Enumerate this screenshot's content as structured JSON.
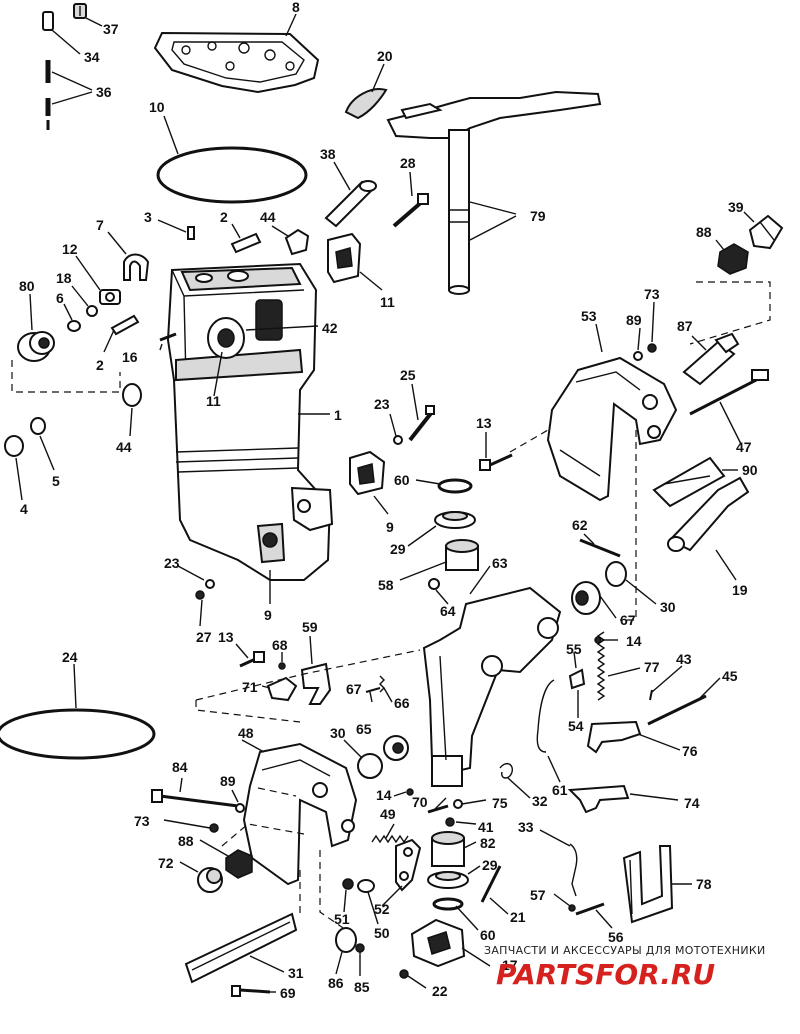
{
  "callouts": [
    {
      "id": "c37",
      "text": "37"
    },
    {
      "id": "c34",
      "text": "34"
    },
    {
      "id": "c36",
      "text": "36"
    },
    {
      "id": "c8",
      "text": "8"
    },
    {
      "id": "c20",
      "text": "20"
    },
    {
      "id": "c10",
      "text": "10"
    },
    {
      "id": "c38",
      "text": "38"
    },
    {
      "id": "c28",
      "text": "28"
    },
    {
      "id": "c79",
      "text": "79"
    },
    {
      "id": "c39",
      "text": "39"
    },
    {
      "id": "c88a",
      "text": "88"
    },
    {
      "id": "c3",
      "text": "3"
    },
    {
      "id": "c2a",
      "text": "2"
    },
    {
      "id": "c44a",
      "text": "44"
    },
    {
      "id": "c7",
      "text": "7"
    },
    {
      "id": "c12",
      "text": "12"
    },
    {
      "id": "c11a",
      "text": "11"
    },
    {
      "id": "c80",
      "text": "80"
    },
    {
      "id": "c18",
      "text": "18"
    },
    {
      "id": "c6",
      "text": "6"
    },
    {
      "id": "c73a",
      "text": "73"
    },
    {
      "id": "c53",
      "text": "53"
    },
    {
      "id": "c89a",
      "text": "89"
    },
    {
      "id": "c87",
      "text": "87"
    },
    {
      "id": "c42",
      "text": "42"
    },
    {
      "id": "c2b",
      "text": "2"
    },
    {
      "id": "c16",
      "text": "16"
    },
    {
      "id": "c11b",
      "text": "11"
    },
    {
      "id": "c25",
      "text": "25"
    },
    {
      "id": "c23a",
      "text": "23"
    },
    {
      "id": "c1",
      "text": "1"
    },
    {
      "id": "c44b",
      "text": "44"
    },
    {
      "id": "c13a",
      "text": "13"
    },
    {
      "id": "c47",
      "text": "47"
    },
    {
      "id": "c4",
      "text": "4"
    },
    {
      "id": "c5",
      "text": "5"
    },
    {
      "id": "c90",
      "text": "90"
    },
    {
      "id": "c60a",
      "text": "60"
    },
    {
      "id": "c9a",
      "text": "9"
    },
    {
      "id": "c29a",
      "text": "29"
    },
    {
      "id": "c62",
      "text": "62"
    },
    {
      "id": "c19",
      "text": "19"
    },
    {
      "id": "c58",
      "text": "58"
    },
    {
      "id": "c23b",
      "text": "23"
    },
    {
      "id": "c63",
      "text": "63"
    },
    {
      "id": "c30a",
      "text": "30"
    },
    {
      "id": "c9b",
      "text": "9"
    },
    {
      "id": "c67a",
      "text": "67"
    },
    {
      "id": "c64",
      "text": "64"
    },
    {
      "id": "c27",
      "text": "27"
    },
    {
      "id": "c14a",
      "text": "14"
    },
    {
      "id": "c24",
      "text": "24"
    },
    {
      "id": "c13b",
      "text": "13"
    },
    {
      "id": "c68",
      "text": "68"
    },
    {
      "id": "c59",
      "text": "59"
    },
    {
      "id": "c55",
      "text": "55"
    },
    {
      "id": "c43",
      "text": "43"
    },
    {
      "id": "c45",
      "text": "45"
    },
    {
      "id": "c77",
      "text": "77"
    },
    {
      "id": "c71",
      "text": "71"
    },
    {
      "id": "c67b",
      "text": "67"
    },
    {
      "id": "c66",
      "text": "66"
    },
    {
      "id": "c65",
      "text": "65"
    },
    {
      "id": "c54",
      "text": "54"
    },
    {
      "id": "c48",
      "text": "48"
    },
    {
      "id": "c30b",
      "text": "30"
    },
    {
      "id": "c76",
      "text": "76"
    },
    {
      "id": "c84",
      "text": "84"
    },
    {
      "id": "c89b",
      "text": "89"
    },
    {
      "id": "c61",
      "text": "61"
    },
    {
      "id": "c32",
      "text": "32"
    },
    {
      "id": "c14b",
      "text": "14"
    },
    {
      "id": "c70",
      "text": "70"
    },
    {
      "id": "c75",
      "text": "75"
    },
    {
      "id": "c74",
      "text": "74"
    },
    {
      "id": "c49",
      "text": "49"
    },
    {
      "id": "c41",
      "text": "41"
    },
    {
      "id": "c73b",
      "text": "73"
    },
    {
      "id": "c33",
      "text": "33"
    },
    {
      "id": "c88b",
      "text": "88"
    },
    {
      "id": "c82",
      "text": "82"
    },
    {
      "id": "c72",
      "text": "72"
    },
    {
      "id": "c29b",
      "text": "29"
    },
    {
      "id": "c78",
      "text": "78"
    },
    {
      "id": "c52",
      "text": "52"
    },
    {
      "id": "c21",
      "text": "21"
    },
    {
      "id": "c57",
      "text": "57"
    },
    {
      "id": "c51",
      "text": "51"
    },
    {
      "id": "c50",
      "text": "50"
    },
    {
      "id": "c60b",
      "text": "60"
    },
    {
      "id": "c56",
      "text": "56"
    },
    {
      "id": "c31",
      "text": "31"
    },
    {
      "id": "c17",
      "text": "17"
    },
    {
      "id": "c86",
      "text": "86"
    },
    {
      "id": "c85",
      "text": "85"
    },
    {
      "id": "c22",
      "text": "22"
    },
    {
      "id": "c69",
      "text": "69"
    }
  ],
  "watermark": {
    "caption": "ЗАПЧАСТИ И АКСЕССУАРЫ ДЛЯ МОТОТЕХНИКИ",
    "logo": "PARTSFOR.RU",
    "logo_color": "#d6221f"
  }
}
